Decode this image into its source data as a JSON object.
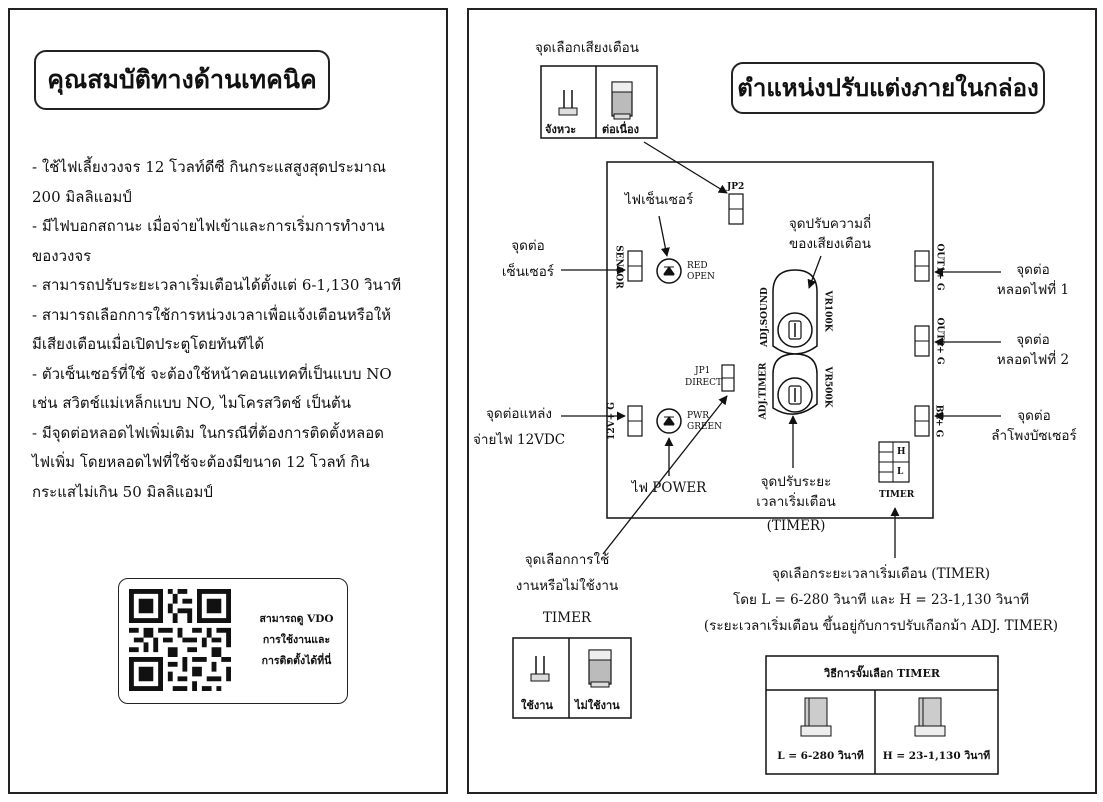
{
  "left": {
    "title": "คุณสมบัติทางด้านเทคนิค",
    "specs": [
      "- ใช้ไฟเลี้ยงวงจร 12 โวลท์ดีซี กินกระแสสูงสุดประมาณ",
      "200 มิลลิแอมป์",
      "- มีไฟบอกสถานะ เมื่อจ่ายไฟเข้าและการเริ่มการทำงาน",
      "ของวงจร",
      "- สามารถปรับระยะเวลาเริ่มเตือนได้ตั้งแต่ 6-1,130 วินาที",
      "- สามารถเลือกการใช้การหน่วงเวลาเพื่อแจ้งเตือนหรือให้",
      "มีเสียงเตือนเมื่อเปิดประตูโดยทันทีได้",
      "- ตัวเซ็นเซอร์ที่ใช้ จะต้องใช้หน้าคอนแทคที่เป็นแบบ NO",
      "เช่น สวิตช์แม่เหล็กแบบ NO, ไมโครสวิตช์ เป็นต้น",
      "- มีจุดต่อหลอดไฟเพิ่มเติม ในกรณีที่ต้องการติดตั้งหลอด",
      "ไฟเพิ่ม โดยหลอดไฟที่ใช้จะต้องมีขนาด 12 โวลท์ กิน",
      "กระแสไม่เกิน 50 มิลลิแอมป์"
    ],
    "qr_text": [
      "สามารถดู VDO",
      "การใช้งานและ",
      "การติดตั้งได้ที่นี่"
    ]
  },
  "right": {
    "title": "ตำแหน่งปรับแต่งภายในกล่อง",
    "buzzer_select": {
      "label": "จุดเลือกเสียงเตือน",
      "options": [
        "จังหวะ",
        "ต่อเนื่อง"
      ]
    },
    "pcb": {
      "jp2": "JP2",
      "sensor": "SENSOR",
      "red": "RED",
      "open": "OPEN",
      "adj_sound": "ADJ.SOUND",
      "vr_sound": "VR100K",
      "adj_timer": "ADJ.TIMER",
      "vr_timer": "VR500K",
      "jp1": "JP1",
      "direct": "DIRECT",
      "power_in": "12V+ G",
      "pwr": "PWR",
      "green": "GREEN",
      "out1": "OUT1+ G",
      "out2": "OUT2+ G",
      "bz": "BZ+ G",
      "h": "H",
      "l": "L",
      "timer": "TIMER"
    },
    "labels": {
      "sensor_led": "ไฟเซ็นเซอร์",
      "sensor_conn": [
        "จุดต่อ",
        "เซ็นเซอร์"
      ],
      "freq": [
        "จุดปรับความถี่",
        "ของเสียงเตือน"
      ],
      "lamp1": [
        "จุดต่อ",
        "หลอดไฟที่ 1"
      ],
      "lamp2": [
        "จุดต่อ",
        "หลอดไฟที่ 2"
      ],
      "power_conn": [
        "จุดต่อแหล่ง",
        "จ่ายไฟ 12VDC"
      ],
      "power_led": "ไฟ POWER",
      "timer_adj": [
        "จุดปรับระยะ",
        "เวลาเริ่มเตือน",
        "(TIMER)"
      ],
      "buzzer_conn": [
        "จุดต่อ",
        "ลำโพงบัซเซอร์"
      ],
      "timer_use": [
        "จุดเลือกการใช้",
        "งานหรือไม่ใช้งาน",
        "TIMER"
      ],
      "timer_select": [
        "จุดเลือกระยะเวลาเริ่มเตือน (TIMER)",
        "โดย L = 6-280 วินาที และ H = 23-1,130 วินาที",
        "(ระยะเวลาเริ่มเตือน ขึ้นอยู่กับการปรับเกือกม้า ADJ. TIMER)"
      ]
    },
    "timer_use_options": [
      "ใช้งาน",
      "ไม่ใช้งาน"
    ],
    "timer_table": {
      "title": "วิธีการจั๊มเลือก TIMER",
      "options": [
        "L = 6-280 วินาที",
        "H = 23-1,130 วินาที"
      ]
    }
  }
}
